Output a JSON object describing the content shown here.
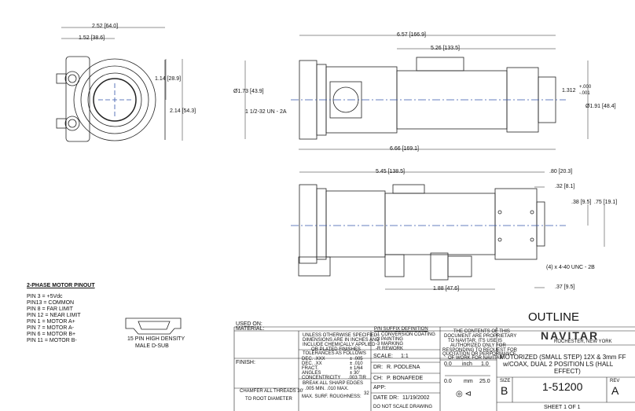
{
  "dimensions": {
    "top_front_width": "2.52 [64.0]",
    "top_front_half": "1.52 [38.6]",
    "front_half_height": "1.14 [28.9]",
    "front_height": "2.14 [54.3]",
    "side_overall": "6.57 [166.9]",
    "side_barrel": "5.26 [133.5]",
    "side_dia_left": "Ø1.73 [43.9]",
    "thread": "1 1/2-32 UN - 2A",
    "tolerance_main": "1.312",
    "tolerance_plus": "+.000",
    "tolerance_minus": "-.001",
    "side_dia_right": "Ø1.91 [48.4]",
    "side_bottom": "6.66 [169.1]",
    "bottom_overall": "5.45 [138.5]",
    "bottom_end": ".80 [20.3]",
    "bottom_end2": ".32 [8.1]",
    "hole_v1": ".38 [9.5]",
    "hole_v2": ".75 [19.1]",
    "holes": "(4) x 4-40 UNC - 2B",
    "conn_offset": "1.88 [47.6]",
    "hole_h": ".37 [9.5]"
  },
  "pinout": {
    "title": "2-PHASE MOTOR PINOUT",
    "pins": [
      "PIN 3 =   +5Vdc",
      "PIN13 =  COMMON",
      "PIN 8 =   FAR LIMIT",
      "PIN 12 = NEAR LIMIT",
      "PIN 1 =   MOTOR A+",
      "PIN 7 =   MOTOR A-",
      "PIN 6 =   MOTOR B+",
      "PIN 11 = MOTOR B-"
    ]
  },
  "connector": {
    "line1": "15 PIN HIGH DENSITY",
    "line2": "MALE D-SUB"
  },
  "title_block": {
    "used_on": "USED ON:",
    "material": "MATERIAL:",
    "finish": "FINISH:",
    "chamfer1": "CHAMFER ALL THREADS 30'",
    "chamfer2": "TO ROOT DIAMETER",
    "note_lines": [
      "UNLESS OTHERWISE SPECIFIED",
      "DIMENSIONS ARE IN INCHES AND",
      "INCLUDE CHEMICALLY APPLIED",
      "OR PLATED FINISHES"
    ],
    "tol_head": "TOLERANCES AS FOLLOWS",
    "tol_rows": [
      [
        "DEC.  .XXX",
        "± .005"
      ],
      [
        "DEC.  .XX",
        "± .010"
      ],
      [
        "FRACT.",
        "± 1/64"
      ],
      [
        "ANGLES",
        "± 30'"
      ],
      [
        "CONCENTRICITY",
        ".003 TIR"
      ]
    ],
    "break1": "BREAK ALL SHARP EDGES",
    "break2": ".005 MIN.  .010 MAX.",
    "surf": "MAX. SURF. ROUGHNESS:",
    "surf_val": "32",
    "suffix_head": "P/N SUFFIX DEFINITION",
    "suffix_items": [
      "-1  CONVERSION COATING",
      "-2  PAINTING",
      "-3  MARKING",
      "-R  REWORK"
    ],
    "scale_label": "SCALE:",
    "scale_val": "1:1",
    "dr_label": "DR:",
    "dr_val": "R. PODLENA",
    "ch_label": "CH:",
    "ch_val": "P. BONAFEDE",
    "app_label": "APP:",
    "date_label": "DATE DR:",
    "date_val": "11/19/2002",
    "noscale": "DO NOT SCALE DRAWING",
    "prop_lines": [
      "THE CONTENTS OF THIS",
      "DOCUMENT ARE PROPRIETARY",
      "TO NAVITAR. ITS USE IS",
      "AUTHORIZED ONLY FOR",
      "RESPONDING TO REQUEST FOR",
      "QUOTATION OR PERFORMANCE",
      "OF WORK FOR NAVITAR"
    ],
    "ruler_in": [
      "0.0",
      "inch",
      "1.0"
    ],
    "ruler_mm": [
      "0.0",
      "mm",
      "25.0"
    ],
    "outline": "OUTLINE",
    "company": "NAVITAR",
    "location": "ROCHESTER, NEW YORK",
    "desc1": "MOTORIZED (SMALL STEP) 12X & 3mm FF",
    "desc2": "w/COAX, DUAL 2 POSITION LS (HALL",
    "desc3": "EFFECT)",
    "size_label": "SIZE",
    "size_val": "B",
    "dwg_no": "1-51200",
    "rev_label": "REV",
    "rev_val": "A",
    "sheet": "SHEET  1  OF  1"
  }
}
